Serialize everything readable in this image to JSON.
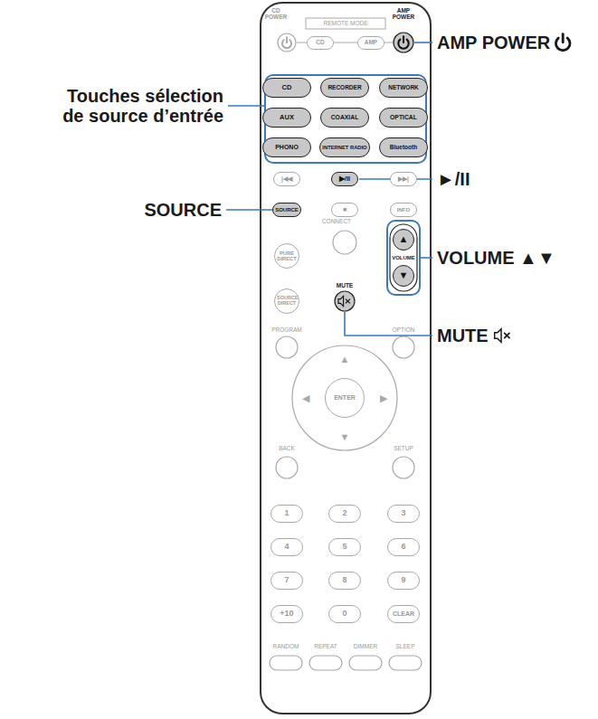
{
  "diagram": {
    "nodes": [
      {
        "text": [
          "CD"
        ]
      },
      {
        "text": [
          "AMP"
        ]
      },
      {
        "text": [
          "CD"
        ]
      },
      {
        "text": [
          "RECORDER"
        ]
      },
      {
        "text": [
          "NETWORK"
        ]
      },
      {
        "text": [
          "AUX"
        ]
      },
      {
        "text": [
          "COAXIAL"
        ]
      },
      {
        "text": [
          "OPTICAL"
        ]
      },
      {
        "text": [
          "PHONO"
        ]
      },
      {
        "text": [
          "INTERNET RADIO"
        ]
      },
      {
        "text": [
          "Bluetooth"
        ]
      },
      {
        "text": [
          "|◀◀"
        ]
      },
      {
        "text": [
          "▶/II"
        ]
      },
      {
        "text": [
          "▶▶|"
        ]
      },
      {
        "text": [
          "SOURCE"
        ]
      },
      {
        "text": [
          "■"
        ]
      },
      {
        "text": [
          "INFO"
        ]
      },
      {
        "text": [
          "PURE DIRECT"
        ]
      },
      {
        "text": [
          "▲"
        ]
      },
      {
        "text": [
          "SOURCE DIRECT"
        ]
      },
      {
        "text": [
          "▼"
        ]
      },
      {
        "text": [
          "ENTER"
        ]
      },
      {
        "text": [
          "1"
        ]
      },
      {
        "text": [
          "2"
        ]
      },
      {
        "text": [
          "3"
        ]
      },
      {
        "text": [
          "4"
        ]
      },
      {
        "text": [
          "5"
        ]
      },
      {
        "text": [
          "6"
        ]
      },
      {
        "text": [
          "7"
        ]
      },
      {
        "text": [
          "8"
        ]
      },
      {
        "text": [
          "9"
        ]
      },
      {
        "text": [
          "+10"
        ]
      },
      {
        "text": [
          "0"
        ]
      },
      {
        "text": [
          "CLEAR"
        ]
      }
    ],
    "labels": [
      "CD POWER",
      "REMOTE MODE",
      "AMP POWER",
      "CONNECT",
      "VOLUME",
      "MUTE",
      "PROGRAM",
      "OPTION",
      "▲",
      "◀",
      "▶",
      "▼",
      "BACK",
      "SETUP",
      "RANDOM",
      "REPEAT",
      "DIMMER",
      "SLEEP",
      "AMP POWER",
      "Touches sélection de source d’entrée",
      "SOURCE",
      "►/II",
      "VOLUME ▲▼",
      "MUTE"
    ]
  }
}
